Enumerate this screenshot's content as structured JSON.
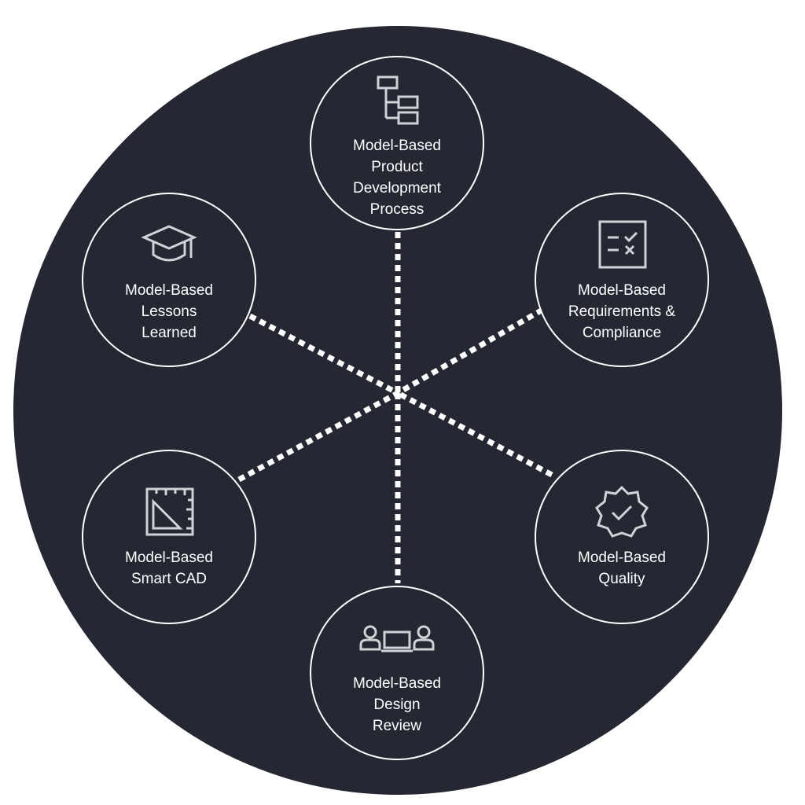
{
  "colors": {
    "background": "#ffffff",
    "disc": "#252833",
    "stroke": "#ffffff",
    "icon": "#d0d2d6"
  },
  "nodes": [
    {
      "id": "product-development",
      "icon": "hierarchy-tree-icon",
      "lines": [
        "Model-Based",
        "Product",
        "Development",
        "Process"
      ]
    },
    {
      "id": "requirements-compliance",
      "icon": "checklist-icon",
      "lines": [
        "Model-Based",
        "Requirements &",
        "Compliance"
      ]
    },
    {
      "id": "quality",
      "icon": "quality-badge-icon",
      "lines": [
        "Model-Based",
        "Quality"
      ]
    },
    {
      "id": "design-review",
      "icon": "design-review-icon",
      "lines": [
        "Model-Based",
        "Design",
        "Review"
      ]
    },
    {
      "id": "smart-cad",
      "icon": "triangle-ruler-icon",
      "lines": [
        "Model-Based",
        "Smart CAD"
      ]
    },
    {
      "id": "lessons-learned",
      "icon": "graduation-cap-icon",
      "lines": [
        "Model-Based",
        "Lessons",
        "Learned"
      ]
    }
  ]
}
